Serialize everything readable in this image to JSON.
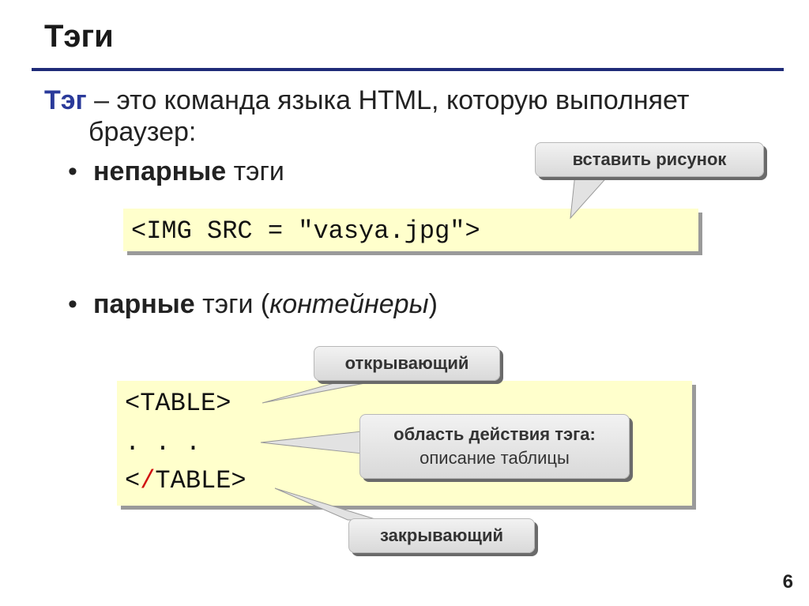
{
  "title": "Тэги",
  "definition": {
    "term": "Тэг",
    "rest_line1": " – это команда языка HTML, которую выполняет",
    "line2": "браузер:"
  },
  "bullets": [
    {
      "bold": "непарные",
      "rest": " тэги"
    },
    {
      "bold": "парные",
      "rest": " тэги (",
      "italic": "контейнеры",
      "close": ")"
    }
  ],
  "code_single": "<IMG SRC = \"vasya.jpg\">",
  "code_pair": {
    "open": "<TABLE>",
    "dots": ". . .",
    "close_lt": "<",
    "close_slash": "/",
    "close_rest": "TABLE>"
  },
  "callouts": {
    "insert_image": "вставить рисунок",
    "opening": "открывающий",
    "scope_title": "область действия тэга:",
    "scope_desc": "описание таблицы",
    "closing": "закрывающий"
  },
  "page_number": "6",
  "colors": {
    "accent": "#1f2b78",
    "term": "#2a3a9a",
    "code_bg": "#ffffcc",
    "slash": "#d01010"
  }
}
